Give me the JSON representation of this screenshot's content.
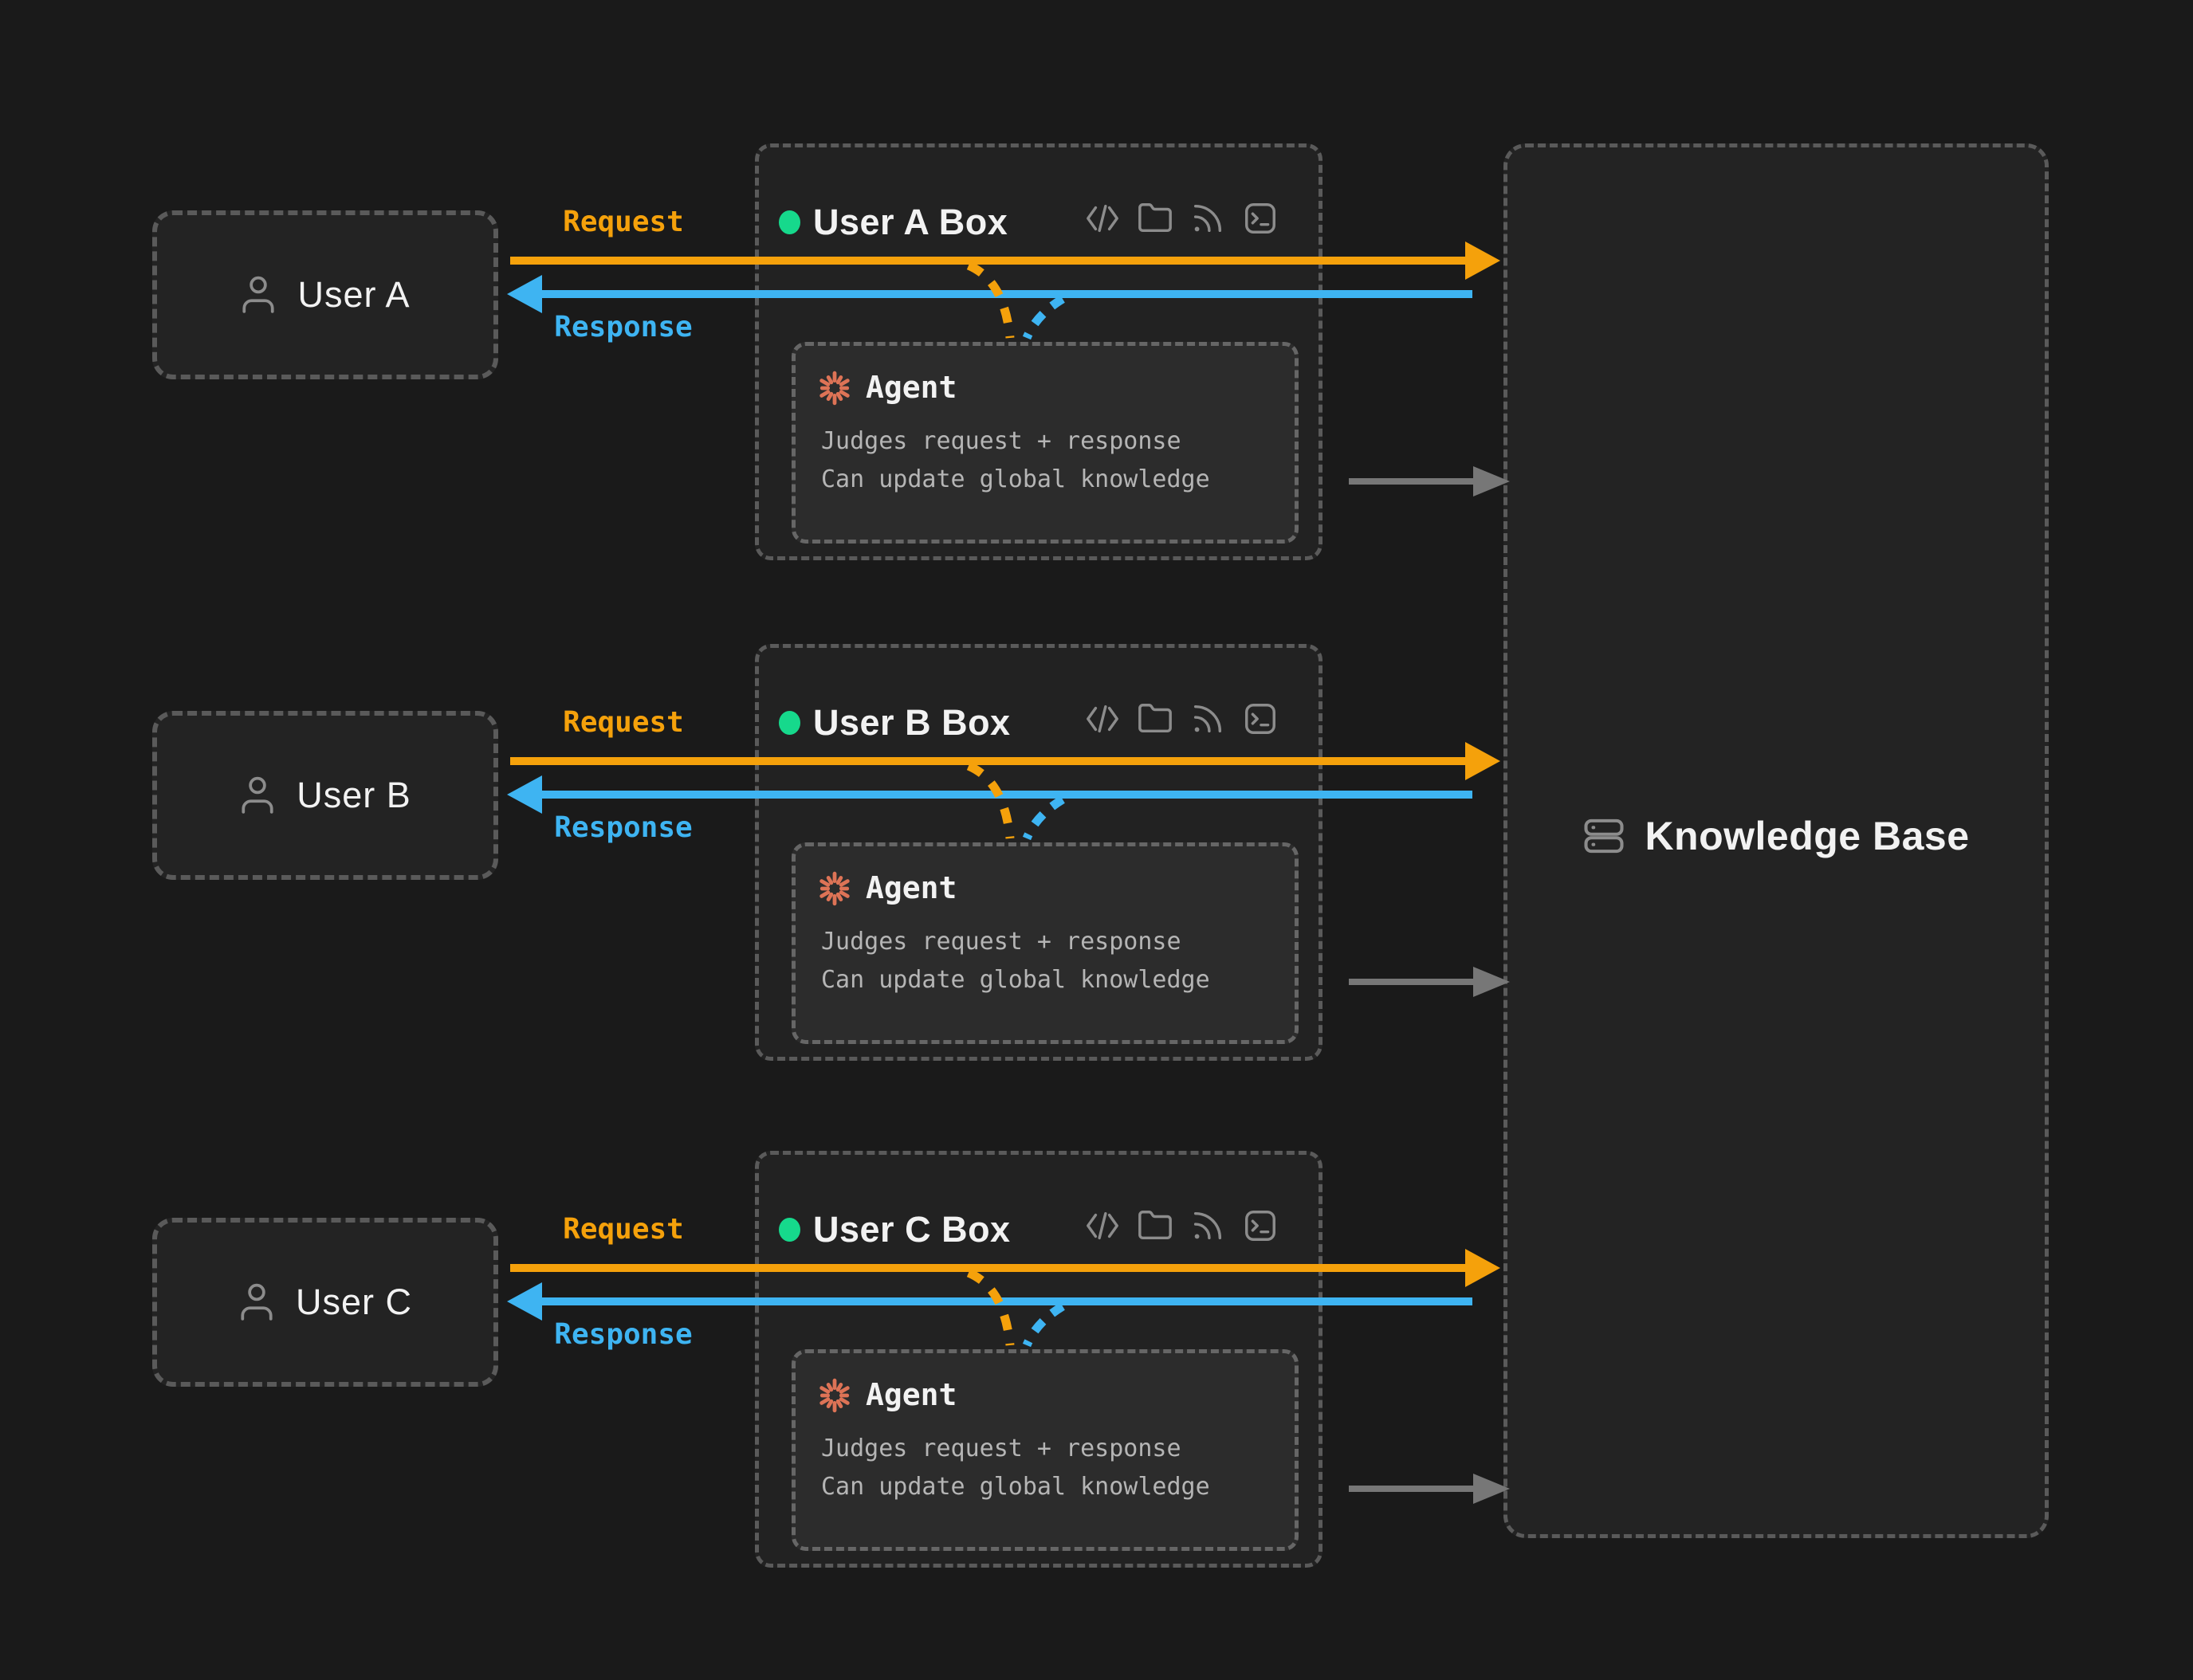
{
  "labels": {
    "request": "Request",
    "response": "Response"
  },
  "agent": {
    "title": "Agent",
    "line1": "Judges request + response",
    "line2": "Can update global knowledge"
  },
  "knowledge_base": {
    "label": "Knowledge Base"
  },
  "rows": [
    {
      "user_label": "User A",
      "box_title": "User A Box"
    },
    {
      "user_label": "User B",
      "box_title": "User B Box"
    },
    {
      "user_label": "User C",
      "box_title": "User C Box"
    }
  ],
  "icons": {
    "sandbox_toolbar": [
      "code-icon",
      "folder-icon",
      "rss-icon",
      "terminal-icon"
    ],
    "user": "person-icon",
    "agent": "starburst-icon",
    "status": "green-dot",
    "knowledge_base": "server-icon"
  },
  "colors": {
    "bg": "#1a1a1a",
    "panel": "#222222",
    "user_panel": "#232323",
    "agent_panel": "#2c2c2c",
    "kb_panel": "#232323",
    "border": "#5a5a5a",
    "agent_border": "#666666",
    "request_orange": "#f5a10b",
    "response_blue": "#3eb4f2",
    "status_green": "#16d98c",
    "agent_coral": "#dd7356",
    "icon_gray": "#8c8c8c",
    "arrow_gray": "#777777",
    "text_primary": "#f2f2f2",
    "text_secondary": "#b5b5b5"
  }
}
